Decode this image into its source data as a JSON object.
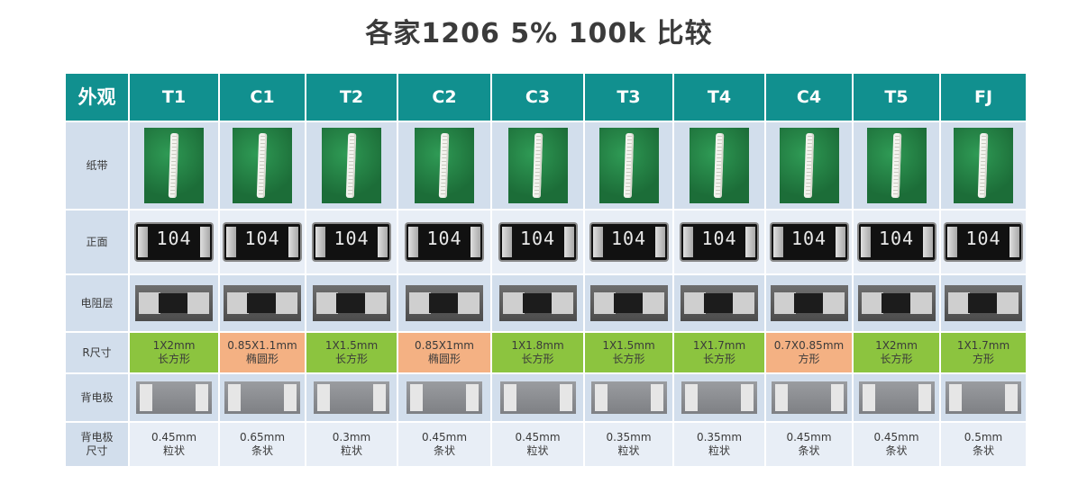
{
  "title": "各家1206 5% 100k 比较",
  "header": {
    "corner": "外观",
    "columns": [
      "T1",
      "C1",
      "T2",
      "C2",
      "C3",
      "T3",
      "T4",
      "C4",
      "T5",
      "FJ"
    ]
  },
  "rows": {
    "tape": "纸带",
    "front": "正面",
    "layer": "电阻层",
    "size": "R尺寸",
    "back": "背电极",
    "backsize_1": "背电极",
    "backsize_2": "尺寸"
  },
  "front_marking": "104",
  "size": [
    {
      "dim": "1X2mm",
      "shape": "长方形",
      "color": "#8cc43f"
    },
    {
      "dim": "0.85X1.1mm",
      "shape": "椭圆形",
      "color": "#f4b183"
    },
    {
      "dim": "1X1.5mm",
      "shape": "长方形",
      "color": "#8cc43f"
    },
    {
      "dim": "0.85X1mm",
      "shape": "椭圆形",
      "color": "#f4b183"
    },
    {
      "dim": "1X1.8mm",
      "shape": "长方形",
      "color": "#8cc43f"
    },
    {
      "dim": "1X1.5mm",
      "shape": "长方形",
      "color": "#8cc43f"
    },
    {
      "dim": "1X1.7mm",
      "shape": "长方形",
      "color": "#8cc43f"
    },
    {
      "dim": "0.7X0.85mm",
      "shape": "方形",
      "color": "#f4b183"
    },
    {
      "dim": "1X2mm",
      "shape": "长方形",
      "color": "#8cc43f"
    },
    {
      "dim": "1X1.7mm",
      "shape": "方形",
      "color": "#8cc43f"
    }
  ],
  "backsize": [
    {
      "dim": "0.45mm",
      "shape": "粒状"
    },
    {
      "dim": "0.65mm",
      "shape": "条状"
    },
    {
      "dim": "0.3mm",
      "shape": "粒状"
    },
    {
      "dim": "0.45mm",
      "shape": "条状"
    },
    {
      "dim": "0.45mm",
      "shape": "粒状"
    },
    {
      "dim": "0.35mm",
      "shape": "粒状"
    },
    {
      "dim": "0.35mm",
      "shape": "粒状"
    },
    {
      "dim": "0.45mm",
      "shape": "条状"
    },
    {
      "dim": "0.45mm",
      "shape": "条状"
    },
    {
      "dim": "0.5mm",
      "shape": "条状"
    }
  ],
  "colors": {
    "header_bg": "#11908f",
    "row_bg_a": "#d2deec",
    "row_bg_b": "#e8eef6",
    "rect_shape": "#8cc43f",
    "oval_shape": "#f4b183"
  }
}
